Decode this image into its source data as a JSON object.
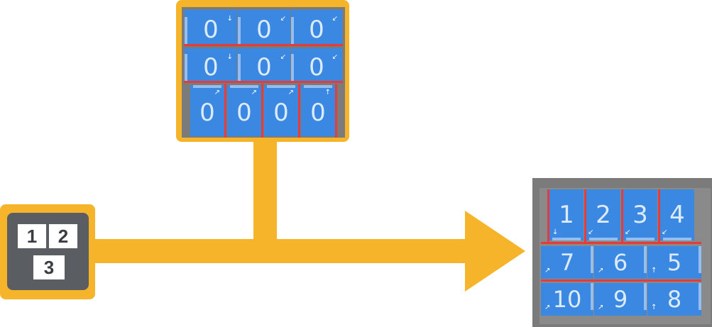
{
  "colors": {
    "orange": "#F5B42A",
    "tile": "#3B88E2",
    "separator": "#E53B3B",
    "frame": "#7B7B7B",
    "source": "#5A5D61"
  },
  "source": {
    "cells": [
      "1",
      "2",
      "3"
    ]
  },
  "middle": {
    "rows": [
      {
        "values": [
          "0",
          "0",
          "0"
        ],
        "icons": [
          "↓",
          "↙",
          "↙"
        ]
      },
      {
        "values": [
          "0",
          "0",
          "0"
        ],
        "icons": [
          "↓",
          "↙",
          "↙"
        ]
      },
      {
        "values": [
          "0",
          "0",
          "0",
          "0"
        ],
        "icons": [
          "↗",
          "↗",
          "↗",
          "↑"
        ]
      }
    ]
  },
  "result": {
    "rows": [
      {
        "values": [
          "1",
          "2",
          "3",
          "4"
        ],
        "icons": [
          "↓",
          "↙",
          "↙",
          "↙"
        ]
      },
      {
        "values": [
          "7",
          "6",
          "5"
        ],
        "icons": [
          "↗",
          "↗",
          "↑"
        ]
      },
      {
        "values": [
          "10",
          "9",
          "8"
        ],
        "icons": [
          "↗",
          "↗",
          "↑"
        ]
      }
    ]
  }
}
